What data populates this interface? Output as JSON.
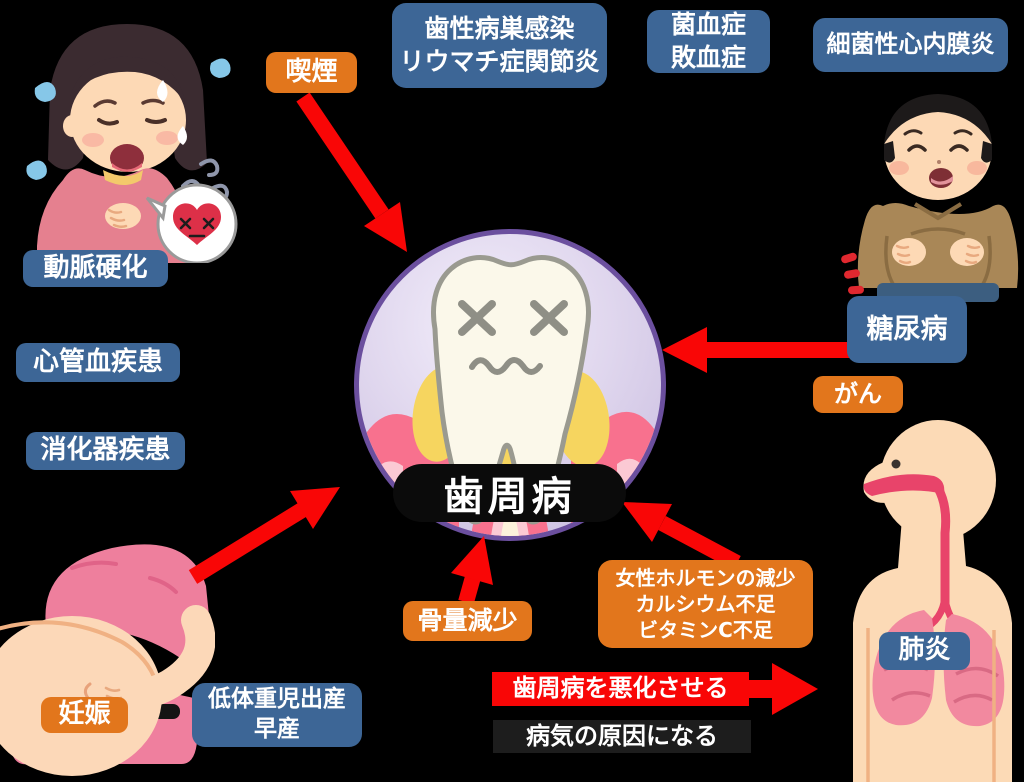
{
  "center": {
    "label": "歯周病"
  },
  "risk_factors": {
    "smoking": "喫煙",
    "cancer": "がん",
    "pregnancy": "妊娠",
    "bone_loss": "骨量減少",
    "deficiency": "女性ホルモンの減少\nカルシウム不足\nビタミンC不足"
  },
  "diseases": {
    "focal_infection": "歯性病巣感染\nリウマチ症関節炎",
    "bacteremia": "菌血症\n敗血症",
    "endocarditis": "細菌性心内膜炎",
    "arteriosclerosis": "動脈硬化",
    "cardiovascular": "心管血疾患",
    "digestive": "消化器疾患",
    "diabetes": "糖尿病",
    "pneumonia": "肺炎",
    "low_birth_weight": "低体重児出産\n早産"
  },
  "legend": {
    "worsen": "歯周病を悪化させる",
    "cause": "病気の原因になる"
  },
  "colors": {
    "disease_box": "#3d6696",
    "risk_box": "#e2761c",
    "arrow_red": "#f90606",
    "circle_border": "#6b4f9e",
    "center_pill": "#0b0b0b"
  }
}
